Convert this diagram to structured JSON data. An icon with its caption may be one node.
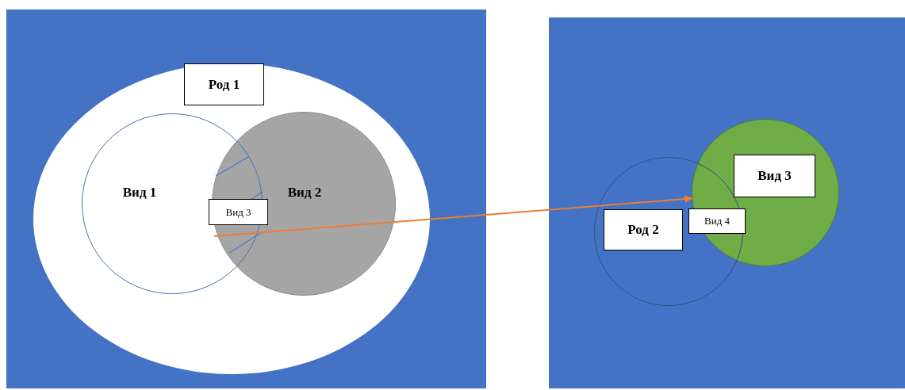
{
  "diagram": {
    "nodes": [
      {
        "text": [],
        "shape": "box"
      },
      {
        "text": [],
        "shape": "circle",
        "in": 0
      },
      {
        "text": [
          "Род 1"
        ],
        "in": 1
      },
      {
        "text": [
          "Вид 1"
        ],
        "in": 1
      },
      {
        "text": [
          "Вид 2"
        ],
        "in": 1
      },
      {
        "text": [
          "Вид 3"
        ],
        "in": 4
      },
      {
        "text": [],
        "shape": "box"
      },
      {
        "text": [],
        "shape": "circle",
        "in": 6
      },
      {
        "text": [],
        "shape": "circle",
        "in": 6
      },
      {
        "text": [
          "Род 2"
        ],
        "in": 7
      },
      {
        "text": [
          "Вид 3"
        ],
        "in": 8
      },
      {
        "text": [
          "Вид 4"
        ]
      }
    ],
    "edges": [
      {
        "from": 3,
        "to": 8,
        "arrow": "to",
        "color": "#ed7d31"
      }
    ]
  }
}
